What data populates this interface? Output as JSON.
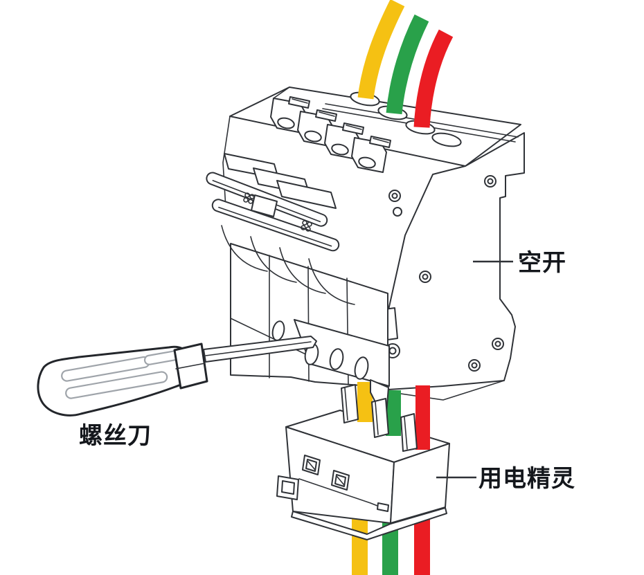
{
  "page": {
    "background_color": "#ffffff"
  },
  "diagram": {
    "labels": {
      "breaker": "空开",
      "screwdriver": "螺丝刀",
      "device": "用电精灵"
    },
    "colors": {
      "line": "#2F3237",
      "text": "#14171C",
      "wire_yellow": "#F5C113",
      "wire_green": "#29A14A",
      "wire_red": "#EA1D23",
      "grip_detail": "#9FA4AA"
    },
    "wires": [
      {
        "name": "yellow-wire",
        "color": "#F5C113"
      },
      {
        "name": "green-wire",
        "color": "#29A14A"
      },
      {
        "name": "red-wire",
        "color": "#EA1D23"
      }
    ]
  }
}
